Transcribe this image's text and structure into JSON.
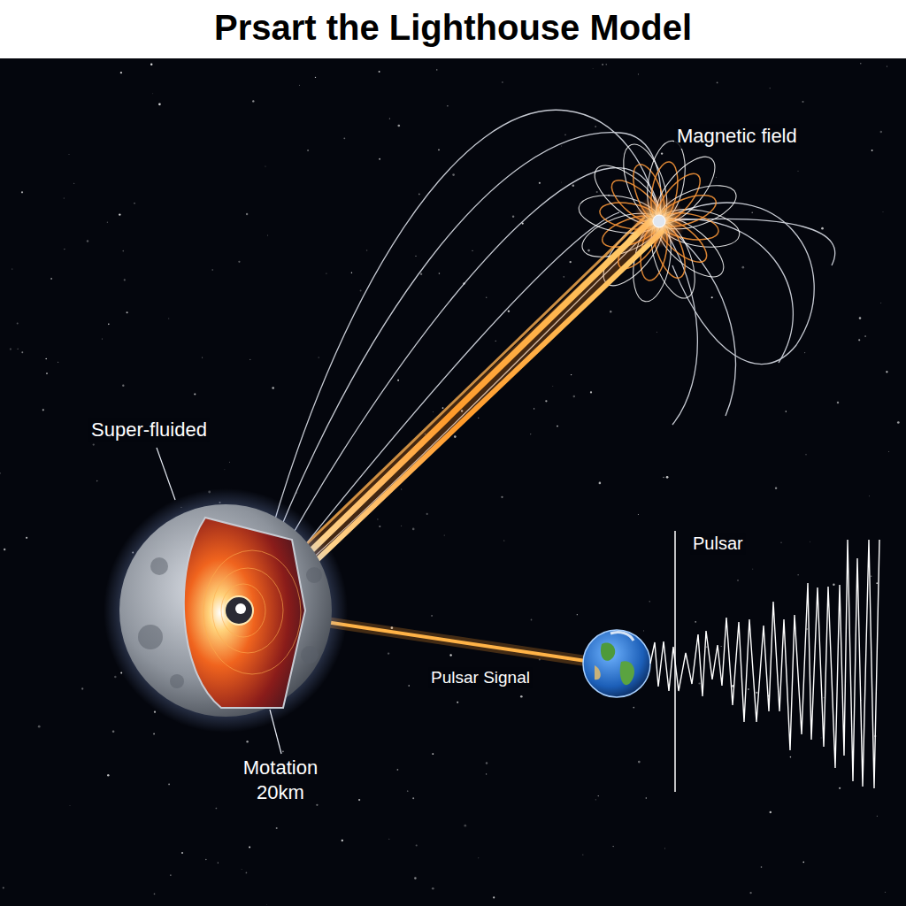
{
  "diagram": {
    "title": "Prsart the Lighthouse Model",
    "labels": [
      "Magnetic field",
      "Super-fluided",
      "Pulsar",
      "Pulsar Signal",
      "Motation 20km"
    ]
  }
}
